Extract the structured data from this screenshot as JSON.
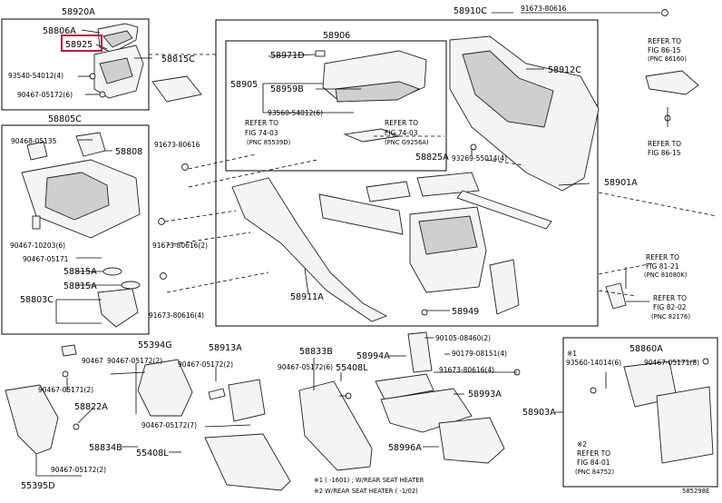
{
  "diagram": {
    "labels": {
      "p58920A": "58920A",
      "p58806A": "58806A",
      "p58925": "58925",
      "p93540": "93540-54012(4)",
      "p90467_6a": "90467-05172(6)",
      "p58815C": "58815C",
      "p58805C": "58805C",
      "p90468": "90468-05135",
      "p58808": "58808",
      "p90467_10203": "90467-10203(6)",
      "p90467_05171a": "90467-05171",
      "p58815A_1": "58815A",
      "p58815A_2": "58815A",
      "p58803C": "58803C",
      "p91673_80616_1": "91673-80616",
      "p91673_80616_2": "91673-80616(2)",
      "p91673_80616_4": "91673-80616(4)",
      "p58906": "58906",
      "p58971D": "58971D",
      "p58905": "58905",
      "p58959B": "58959B",
      "p93560": "93560-54012(6)",
      "ref74_1_a": "REFER TO",
      "ref74_1_b": "FIG 74-03",
      "ref74_1_c": "(PNC 85539D)",
      "ref74_2_a": "REFER TO",
      "ref74_2_b": "FIG 74-03",
      "ref74_2_c": "(PNC G9256A)",
      "p58910C": "58910C",
      "p91673_80616_top": "91673-80616",
      "p58912C": "58912C",
      "p93269": "93269-55014(4)",
      "p58825A": "58825A",
      "p58901A": "58901A",
      "p58911A": "58911A",
      "p58949": "58949",
      "ref86_a": "REFER TO",
      "ref86_b": "FIG 86-15",
      "ref86_c": "(PNC 86160)",
      "ref86b_a": "REFER TO",
      "ref86b_b": "FIG 86-15",
      "ref81_a": "REFER TO",
      "ref81_b": "FIG 81-21",
      "ref81_c": "(PNC 81080K)",
      "ref82_a": "REFER TO",
      "ref82_b": "FIG 82-02",
      "ref82_c": "(PNC 82176)",
      "p90467_left": "90467",
      "p90467_05171_2": "90467-05171(2)",
      "p58822A": "58822A",
      "p55395D": "55395D",
      "p90467_05172_2b": "90467-05172(2)",
      "p55394G": "55394G",
      "p90467_05172_2a": "90467-05172(2)",
      "p58913A": "58913A",
      "p90467_05172_2c": "90467-05172(2)",
      "p90467_05172_7": "90467-05172(7)",
      "p58834B": "58834B",
      "p55408L_1": "55408L",
      "p58833B": "58833B",
      "p90467_05172_6": "90467-05172(6)",
      "p55408L_2": "55408L",
      "p58994A": "58994A",
      "p90105": "90105-08460(2)",
      "p90179": "90179-08151(4)",
      "p91673_80616_4b": "91673-80616(4)",
      "p58993A": "58993A",
      "p58996A": "58996A",
      "p58903A": "58903A",
      "p58860A": "58860A",
      "p93560_14014": "93560-14014(6)",
      "p90467_05171_8": "90467-05171(8)",
      "mark1": "※1",
      "mark2": "※2",
      "ref84_a": "REFER TO",
      "ref84_b": "FIG 84-01",
      "ref84_c": "(PNC 84752)",
      "note1": "※1   (   -1601)  ; W/REAR SEAT HEATER",
      "note2": "※2   W/REAR SEAT HEATER  (   -1/02)",
      "figure_code": "585298E"
    }
  }
}
